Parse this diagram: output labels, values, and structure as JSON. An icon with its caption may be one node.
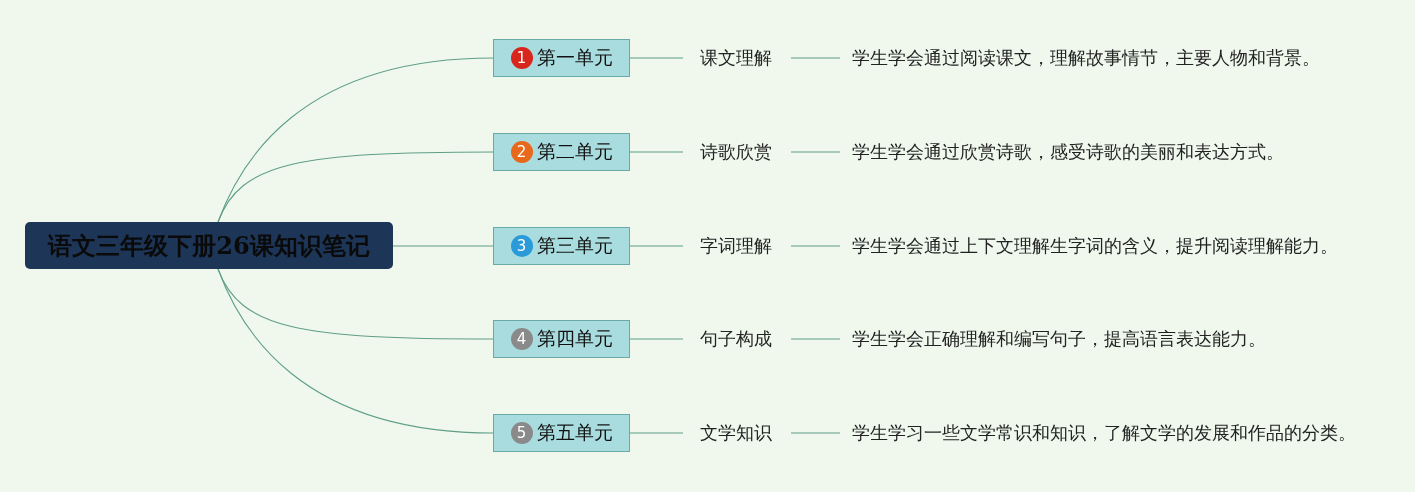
{
  "diagram": {
    "nodes": [
      {
        "text": [
          "语文三年级下册26课知识笔记"
        ]
      },
      {
        "text": [
          "1",
          "第一单元"
        ]
      },
      {
        "text": [
          "课文理解"
        ]
      },
      {
        "text": [
          "学生学会通过阅读课文，理解故事情节，主要人物和背景。"
        ]
      },
      {
        "text": [
          "2",
          "第二单元"
        ]
      },
      {
        "text": [
          "诗歌欣赏"
        ]
      },
      {
        "text": [
          "学生学会通过欣赏诗歌，感受诗歌的美丽和表达方式。"
        ]
      },
      {
        "text": [
          "3",
          "第三单元"
        ]
      },
      {
        "text": [
          "字词理解"
        ]
      },
      {
        "text": [
          "学生学会通过上下文理解生字词的含义，提升阅读理解能力。"
        ]
      },
      {
        "text": [
          "4",
          "第四单元"
        ]
      },
      {
        "text": [
          "句子构成"
        ]
      },
      {
        "text": [
          "学生学会正确理解和编写句子，提高语言表达能力。"
        ]
      },
      {
        "text": [
          "5",
          "第五单元"
        ]
      },
      {
        "text": [
          "文学知识"
        ]
      },
      {
        "text": [
          "学生学习一些文学常识和知识，了解文学的发展和作品的分类。"
        ]
      }
    ],
    "edges": [
      {
        "from": 0,
        "to": 1,
        "arrow": "none"
      },
      {
        "from": 0,
        "to": 4,
        "arrow": "none"
      },
      {
        "from": 0,
        "to": 7,
        "arrow": "none"
      },
      {
        "from": 0,
        "to": 10,
        "arrow": "none"
      },
      {
        "from": 0,
        "to": 13,
        "arrow": "none"
      },
      {
        "from": 1,
        "to": 2,
        "arrow": "none"
      },
      {
        "from": 2,
        "to": 3,
        "arrow": "none"
      },
      {
        "from": 4,
        "to": 5,
        "arrow": "none"
      },
      {
        "from": 5,
        "to": 6,
        "arrow": "none"
      },
      {
        "from": 7,
        "to": 8,
        "arrow": "none"
      },
      {
        "from": 8,
        "to": 9,
        "arrow": "none"
      },
      {
        "from": 10,
        "to": 11,
        "arrow": "none"
      },
      {
        "from": 11,
        "to": 12,
        "arrow": "none"
      },
      {
        "from": 13,
        "to": 14,
        "arrow": "none"
      },
      {
        "from": 14,
        "to": 15,
        "arrow": "none"
      }
    ]
  }
}
